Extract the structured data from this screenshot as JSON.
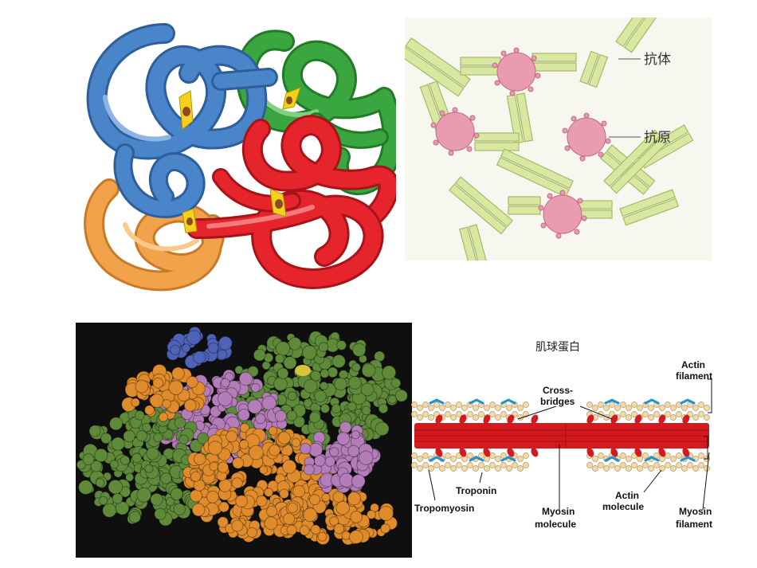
{
  "antibody_panel": {
    "label_antibody": "抗体",
    "label_antigen": "抗原"
  },
  "myosin_panel": {
    "title": "肌球蛋白",
    "labels": {
      "actin_filament_1": "Actin",
      "actin_filament_2": "filament",
      "cross_bridges_1": "Cross-",
      "cross_bridges_2": "bridges",
      "troponin": "Troponin",
      "tropomyosin": "Tropomyosin",
      "myosin_molecule_1": "Myosin",
      "myosin_molecule_2": "molecule",
      "actin_molecule_1": "Actin",
      "actin_molecule_2": "molecule",
      "myosin_filament_1": "Myosin",
      "myosin_filament_2": "filament"
    }
  },
  "colors": {
    "hemo_blue": "#4a84c9",
    "hemo_green": "#3aa640",
    "hemo_red": "#e5252b",
    "hemo_orange": "#f2a24a",
    "heme": "#f4d21b",
    "antigen": "#e99bb0",
    "antibody": "#d9e8a0",
    "myosin": "#d4191f",
    "actin_bead": "#f1d9a8",
    "troponin": "#1f92d0"
  }
}
